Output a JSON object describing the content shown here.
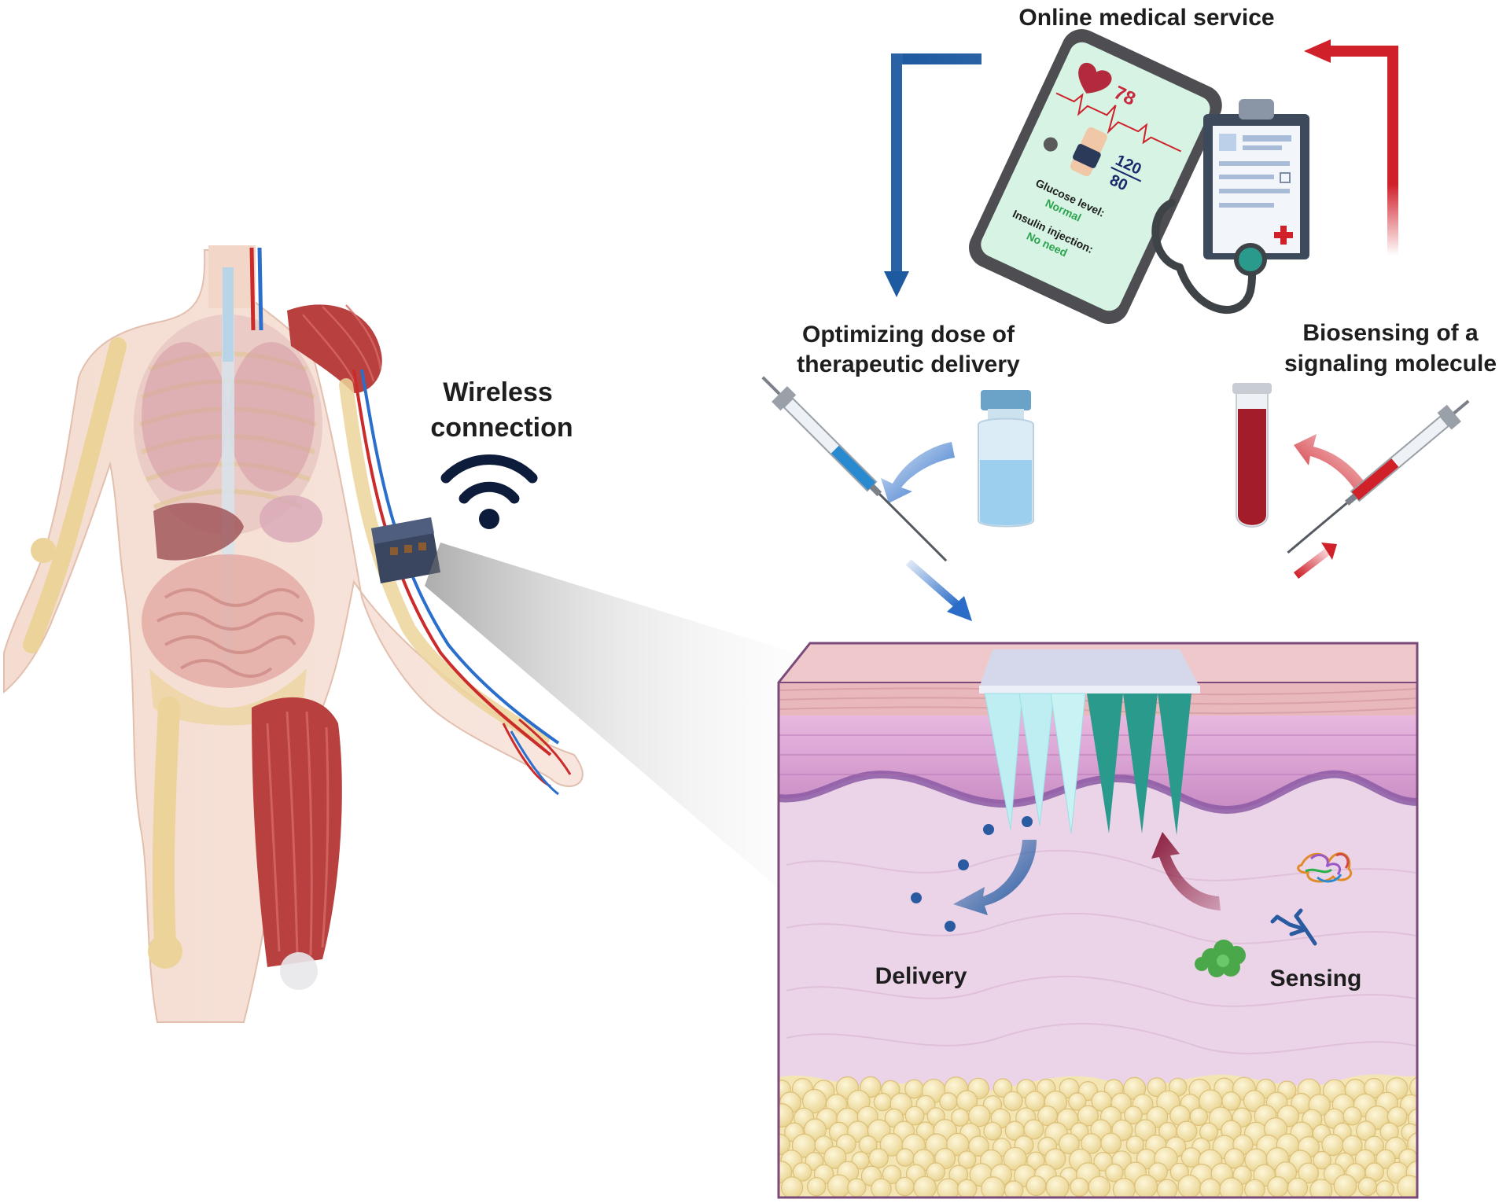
{
  "labels": {
    "online_service": "Online medical service",
    "optimizing_line1": "Optimizing dose of",
    "optimizing_line2": "therapeutic delivery",
    "biosensing_line1": "Biosensing of a",
    "biosensing_line2": "signaling molecule",
    "wireless_line1": "Wireless",
    "wireless_line2": "connection",
    "delivery": "Delivery",
    "sensing": "Sensing"
  },
  "phone": {
    "heart_rate": "78",
    "bp_systolic": "120",
    "bp_diastolic": "80",
    "glucose_label": "Glucose level:",
    "glucose_value": "Normal",
    "insulin_label": "Insulin injection:",
    "insulin_value": "No need"
  },
  "colors": {
    "blue_arrow": "#1e5aa0",
    "red_arrow": "#d0202a",
    "skin_epidermis": "#d8a0d2",
    "dermis": "#ecd4e8",
    "fat": "#f3e6b4",
    "needle_delivery": "#bfeef2",
    "needle_sensing": "#2a9a8c"
  }
}
